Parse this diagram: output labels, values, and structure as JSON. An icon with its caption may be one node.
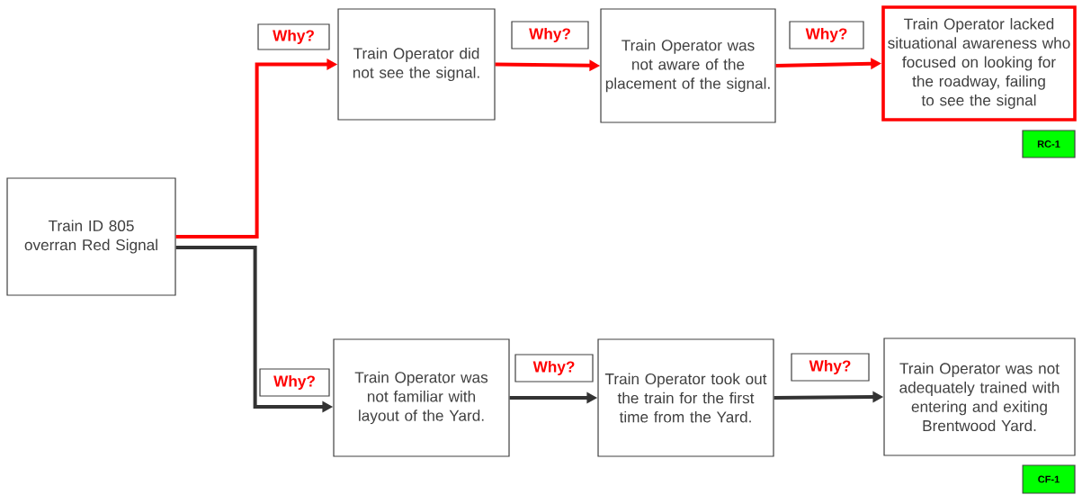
{
  "diagram": {
    "nodes": [
      {
        "text": [
          "Train ID 805 overran Red Signal"
        ]
      },
      {
        "text": [
          "Why?"
        ]
      },
      {
        "text": [
          "Train Operator did not see the signal."
        ]
      },
      {
        "text": [
          "Why?"
        ]
      },
      {
        "text": [
          "Train Operator was not aware of the placement of the signal."
        ]
      },
      {
        "text": [
          "Why?"
        ]
      },
      {
        "text": [
          "Train Operator lacked situational awareness who focused on looking for the roadway, failing to see the signal"
        ]
      },
      {
        "text": [
          "RC-1"
        ]
      },
      {
        "text": [
          "Why?"
        ]
      },
      {
        "text": [
          "Train Operator was not familiar with layout of the Yard."
        ]
      },
      {
        "text": [
          "Why?"
        ]
      },
      {
        "text": [
          "Train Operator took out the train for the first time from the Yard."
        ]
      },
      {
        "text": [
          "Why?"
        ]
      },
      {
        "text": [
          "Train Operator was not adequately trained with entering and exiting Brentwood Yard."
        ]
      },
      {
        "text": [
          "CF-1"
        ]
      }
    ],
    "edges": [
      {
        "from": 0,
        "to": 2,
        "arrow": "to",
        "color": "#ff0000"
      },
      {
        "from": 2,
        "to": 4,
        "arrow": "to",
        "color": "#ff0000"
      },
      {
        "from": 4,
        "to": 6,
        "arrow": "to",
        "color": "#ff0000"
      },
      {
        "from": 0,
        "to": 9,
        "arrow": "to",
        "color": "#333333"
      },
      {
        "from": 9,
        "to": 11,
        "arrow": "to",
        "color": "#333333"
      },
      {
        "from": 11,
        "to": 13,
        "arrow": "to",
        "color": "#333333"
      }
    ]
  }
}
